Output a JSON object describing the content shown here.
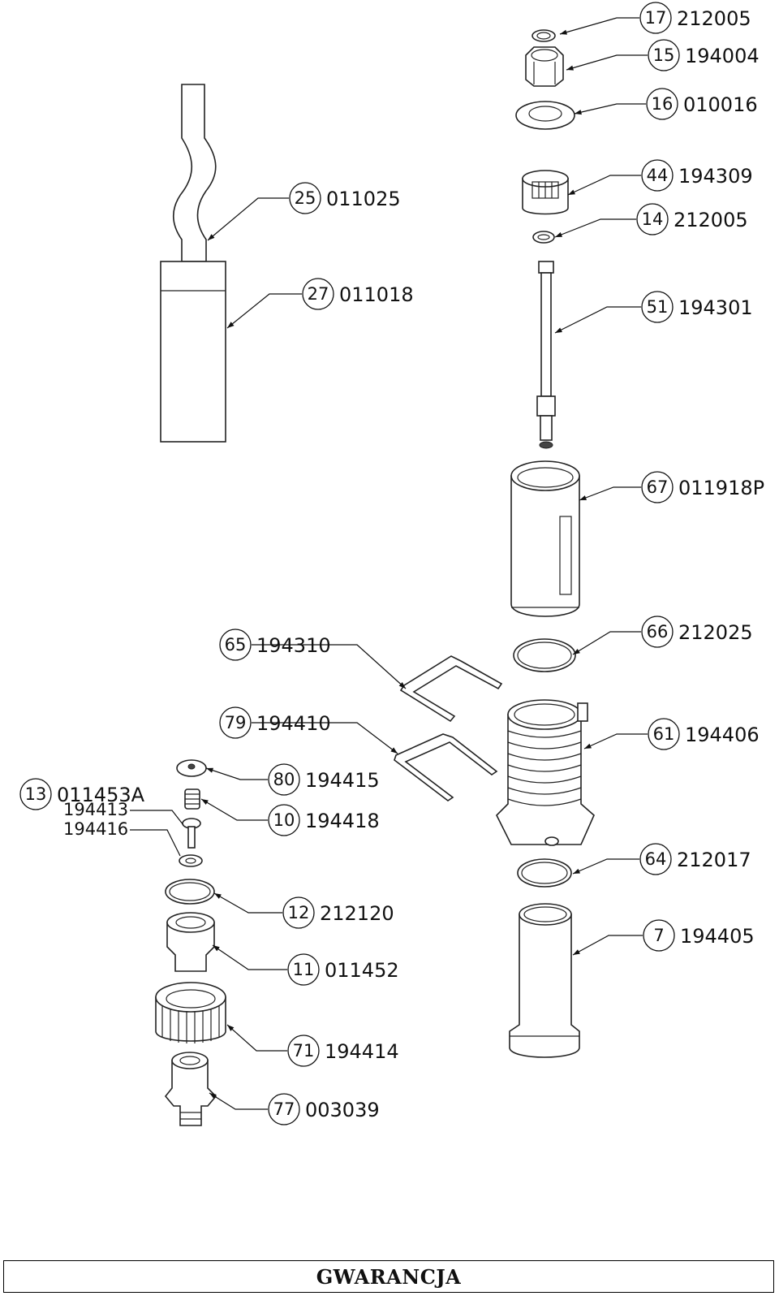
{
  "diagram": {
    "callouts": [
      {
        "num": "17",
        "code": "212005"
      },
      {
        "num": "15",
        "code": "194004"
      },
      {
        "num": "16",
        "code": "010016"
      },
      {
        "num": "44",
        "code": "194309"
      },
      {
        "num": "14",
        "code": "212005"
      },
      {
        "num": "51",
        "code": "194301"
      },
      {
        "num": "67",
        "code": "011918P"
      },
      {
        "num": "66",
        "code": "212025"
      },
      {
        "num": "61",
        "code": "194406"
      },
      {
        "num": "64",
        "code": "212017"
      },
      {
        "num": "7",
        "code": "194405"
      },
      {
        "num": "25",
        "code": "011025"
      },
      {
        "num": "27",
        "code": "011018"
      },
      {
        "num": "65",
        "code": "194310"
      },
      {
        "num": "79",
        "code": "194410"
      },
      {
        "num": "80",
        "code": "194415"
      },
      {
        "num": "10",
        "code": "194418"
      },
      {
        "num": "13",
        "code": "011453A"
      },
      {
        "num": "12",
        "code": "212120"
      },
      {
        "num": "11",
        "code": "011452"
      },
      {
        "num": "71",
        "code": "194414"
      },
      {
        "num": "77",
        "code": "003039"
      }
    ],
    "extra_codes": [
      "194413",
      "194416"
    ]
  },
  "footer": {
    "title": "GWARANCJA"
  }
}
